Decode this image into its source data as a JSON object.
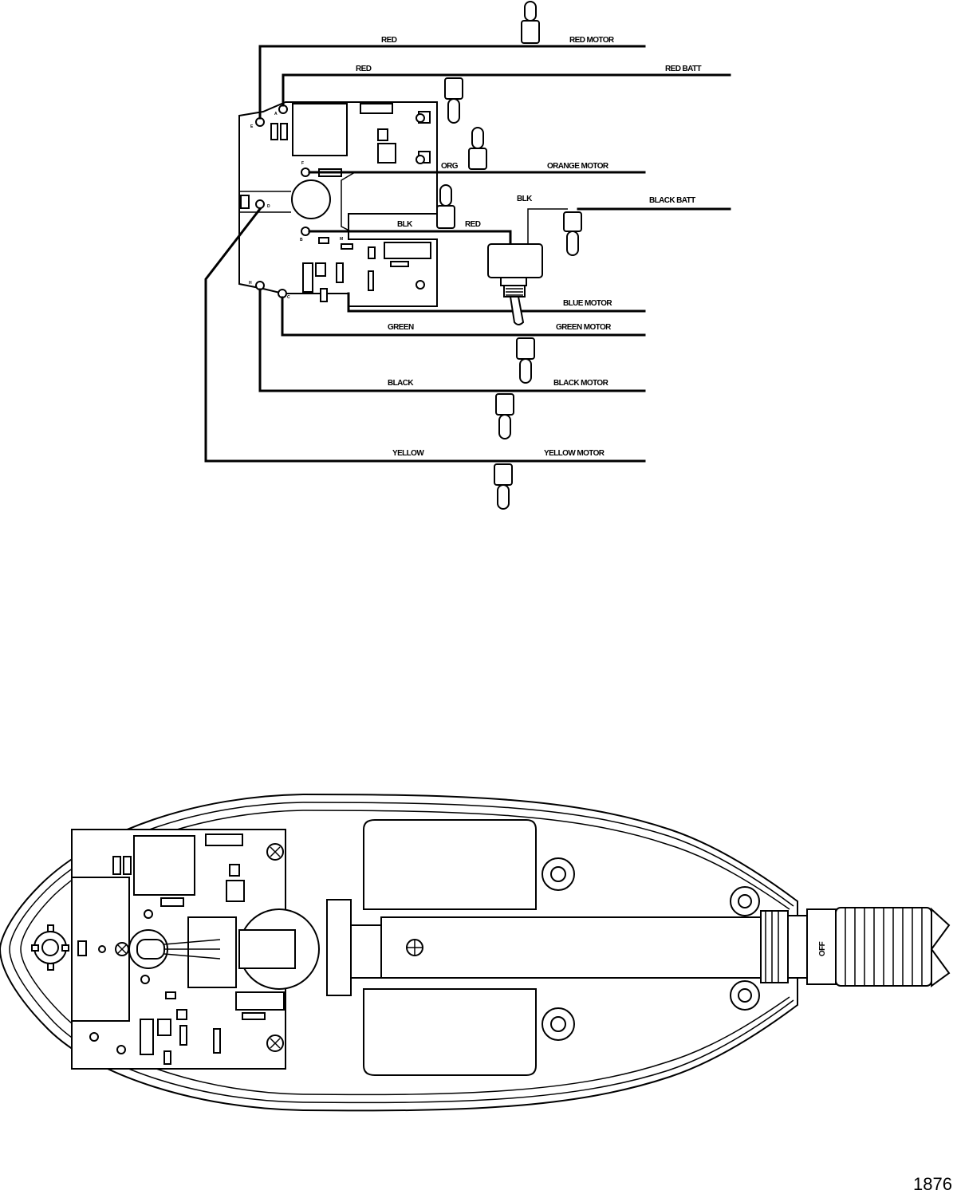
{
  "wiring": {
    "labels": {
      "red_1": "RED",
      "red_motor": "RED MOTOR",
      "red_2": "RED",
      "red_batt": "RED BATT",
      "org": "ORG",
      "orange_motor": "ORANGE MOTOR",
      "blk_1": "BLK",
      "red_3": "RED",
      "blk_2": "BLK",
      "black_batt": "BLACK BATT",
      "blue_motor": "BLUE MOTOR",
      "green": "GREEN",
      "green_motor": "GREEN MOTOR",
      "black": "BLACK",
      "black_motor": "BLACK MOTOR",
      "yellow": "YELLOW",
      "yellow_motor": "YELLOW MOTOR"
    },
    "board_terminals": {
      "e": "E",
      "a": "A",
      "f": "F",
      "d": "D",
      "b": "B",
      "m": "M",
      "h": "H",
      "c": "C"
    }
  },
  "head": {
    "switch_label": "OFF"
  },
  "figure_number": "1876"
}
